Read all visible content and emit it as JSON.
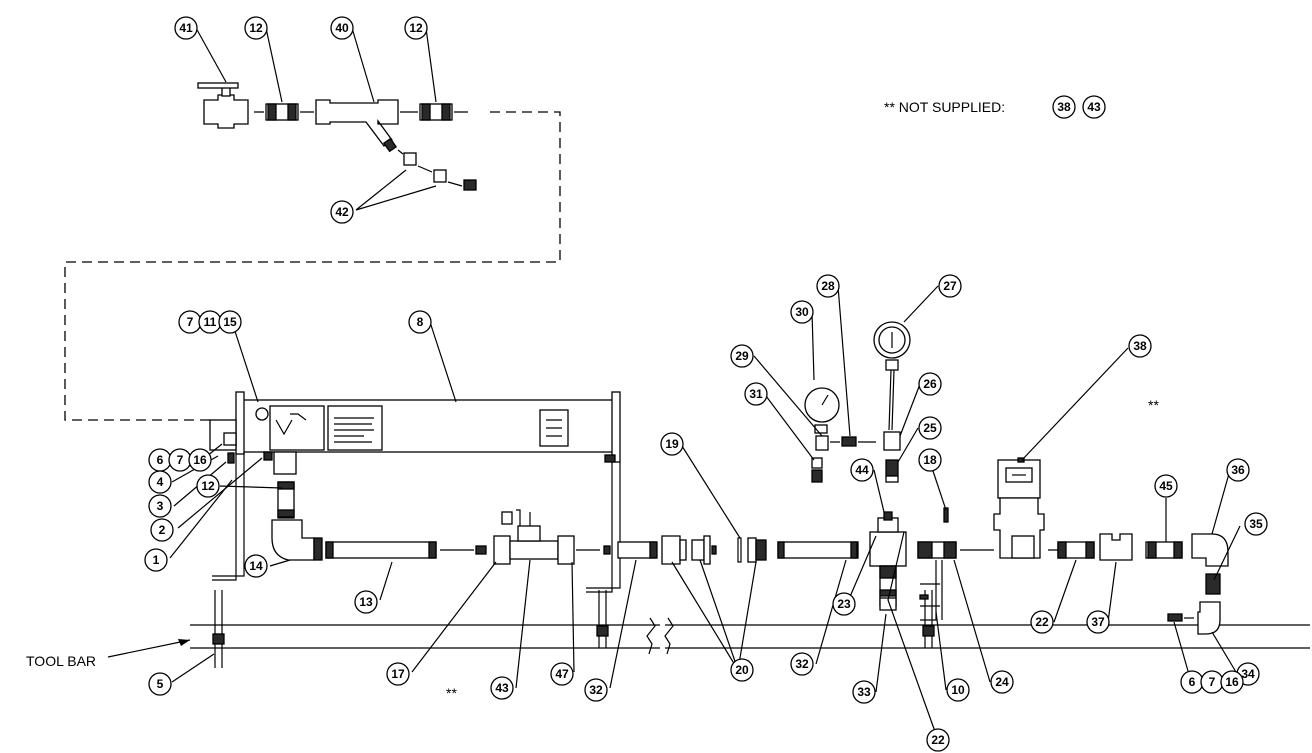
{
  "not_supplied": {
    "label": "** NOT SUPPLIED:",
    "items": [
      "38",
      "43"
    ]
  },
  "tool_bar_label": "TOOL BAR",
  "double_star": "**",
  "callouts": [
    {
      "id": "c41",
      "num": "41"
    },
    {
      "id": "c12a",
      "num": "12"
    },
    {
      "id": "c40",
      "num": "40"
    },
    {
      "id": "c12b",
      "num": "12"
    },
    {
      "id": "c42",
      "num": "42"
    },
    {
      "id": "c7a",
      "num": "7"
    },
    {
      "id": "c11",
      "num": "11"
    },
    {
      "id": "c15",
      "num": "15"
    },
    {
      "id": "c8",
      "num": "8"
    },
    {
      "id": "c6a",
      "num": "6"
    },
    {
      "id": "c7b",
      "num": "7"
    },
    {
      "id": "c16a",
      "num": "16"
    },
    {
      "id": "c4",
      "num": "4"
    },
    {
      "id": "c3",
      "num": "3"
    },
    {
      "id": "c2",
      "num": "2"
    },
    {
      "id": "c1",
      "num": "1"
    },
    {
      "id": "c12c",
      "num": "12"
    },
    {
      "id": "c14",
      "num": "14"
    },
    {
      "id": "c13",
      "num": "13"
    },
    {
      "id": "c5",
      "num": "5"
    },
    {
      "id": "c17",
      "num": "17"
    },
    {
      "id": "c43",
      "num": "43"
    },
    {
      "id": "c47",
      "num": "47"
    },
    {
      "id": "c32a",
      "num": "32"
    },
    {
      "id": "c20",
      "num": "20"
    },
    {
      "id": "c19",
      "num": "19"
    },
    {
      "id": "c31",
      "num": "31"
    },
    {
      "id": "c30",
      "num": "30"
    },
    {
      "id": "c29",
      "num": "29"
    },
    {
      "id": "c28",
      "num": "28"
    },
    {
      "id": "c27",
      "num": "27"
    },
    {
      "id": "c26",
      "num": "26"
    },
    {
      "id": "c25",
      "num": "25"
    },
    {
      "id": "c44",
      "num": "44"
    },
    {
      "id": "c18",
      "num": "18"
    },
    {
      "id": "c32b",
      "num": "32"
    },
    {
      "id": "c23",
      "num": "23"
    },
    {
      "id": "c33",
      "num": "33"
    },
    {
      "id": "c22a",
      "num": "22"
    },
    {
      "id": "c10",
      "num": "10"
    },
    {
      "id": "c24",
      "num": "24"
    },
    {
      "id": "c38",
      "num": "38"
    },
    {
      "id": "c22b",
      "num": "22"
    },
    {
      "id": "c37",
      "num": "37"
    },
    {
      "id": "c45",
      "num": "45"
    },
    {
      "id": "c36",
      "num": "36"
    },
    {
      "id": "c35",
      "num": "35"
    },
    {
      "id": "c34",
      "num": "34"
    },
    {
      "id": "c6b",
      "num": "6"
    },
    {
      "id": "c7c",
      "num": "7"
    },
    {
      "id": "c16b",
      "num": "16"
    }
  ]
}
